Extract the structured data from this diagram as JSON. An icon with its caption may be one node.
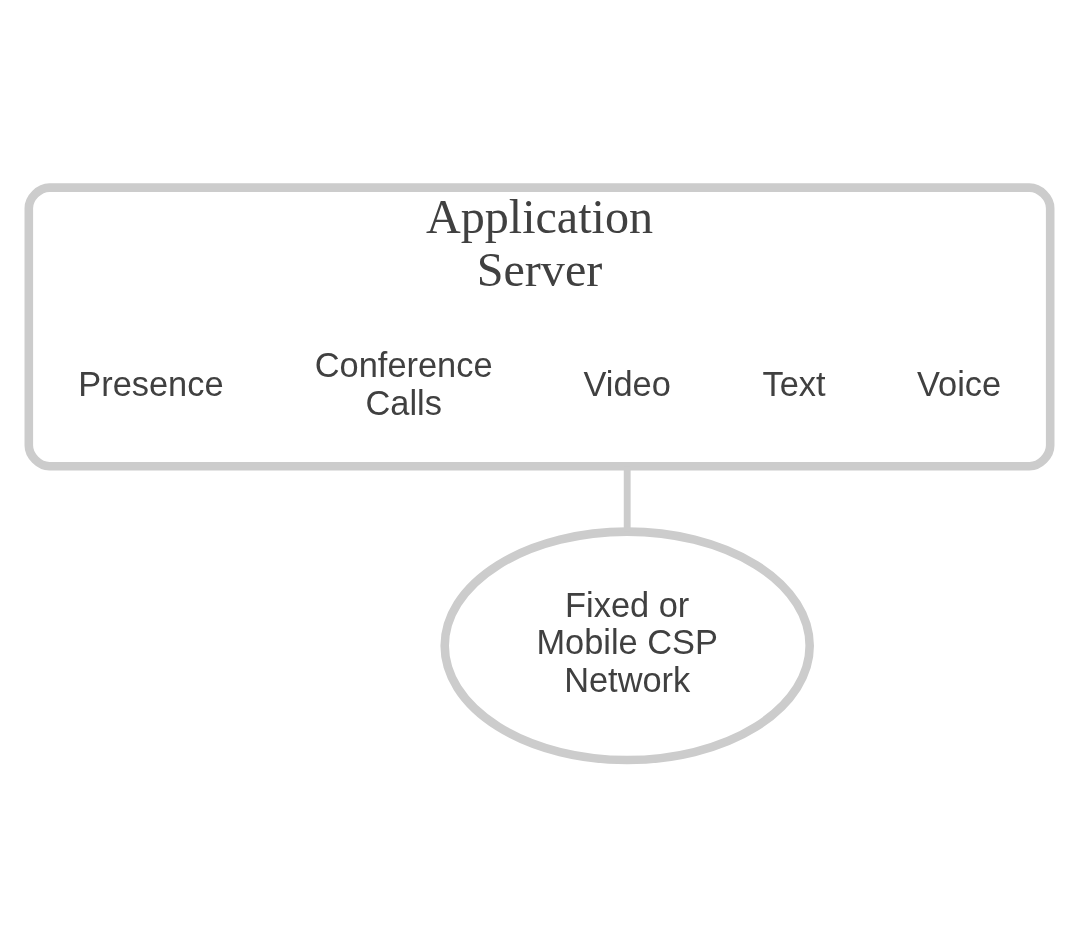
{
  "diagram": {
    "nodes": [
      {
        "text": [
          "Application Server"
        ]
      },
      {
        "text": [
          "Voice"
        ],
        "in": 0
      },
      {
        "text": [
          "Text"
        ],
        "in": 0
      },
      {
        "text": [
          "Video"
        ],
        "in": 0
      },
      {
        "text": [
          "Conference Calls"
        ],
        "in": 0
      },
      {
        "text": [
          "Presence"
        ],
        "in": 0
      },
      {
        "text": [
          "Fixed or Mobile CSP Network"
        ]
      }
    ],
    "edges": [
      {
        "from": 0,
        "to": 6,
        "arrow": "none"
      }
    ]
  }
}
